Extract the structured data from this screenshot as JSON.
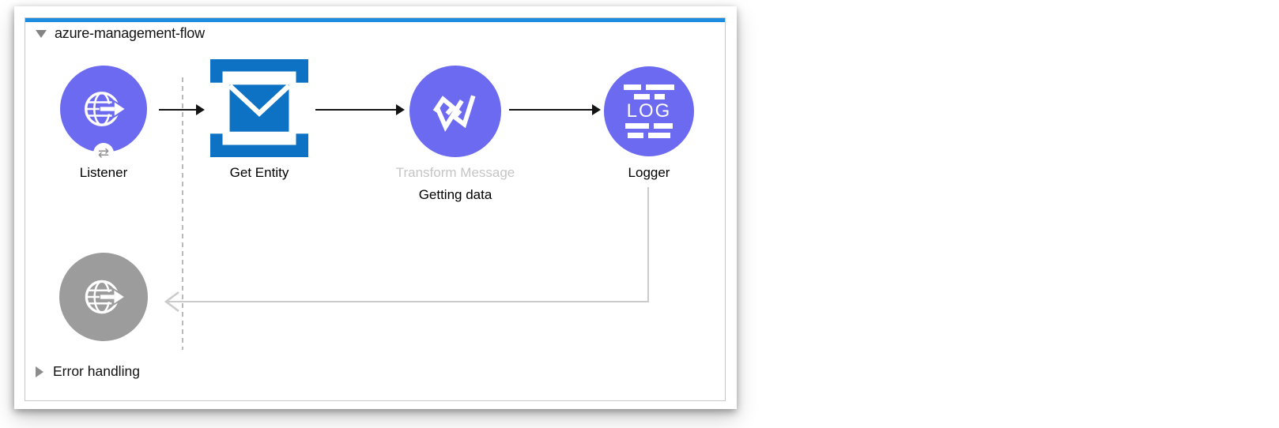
{
  "canvas": {
    "background_color": "#ffffff"
  },
  "flow": {
    "title": "azure-management-flow",
    "accent_bar_color": "#1d8ce0",
    "border_color": "#c9c9c9",
    "collapse_icon": "triangle-down-icon",
    "nodes": [
      {
        "id": "listener",
        "label": "Listener",
        "icon": "globe-arrow-icon",
        "badge_icon": "exchange-arrows-icon",
        "badge_glyph": "⇄",
        "color": "#6b6af0"
      },
      {
        "id": "get-entity",
        "label": "Get Entity",
        "icon": "envelope-brackets-icon",
        "color": "#0e72c4"
      },
      {
        "id": "transform-message",
        "label": "Transform Message",
        "sublabel": "Getting data",
        "icon": "dataweave-icon",
        "color": "#6b6af0",
        "label_color": "#c5c5c5"
      },
      {
        "id": "logger",
        "label": "Logger",
        "icon": "log-lines-icon",
        "icon_text": "LOG",
        "color": "#6b6af0"
      }
    ],
    "ghost_node": {
      "id": "response-endpoint",
      "icon": "globe-arrow-icon",
      "color": "#9c9c9c"
    },
    "connectors": {
      "flow_arrow_color": "#141414",
      "return_arrow_color": "#cbcbcb",
      "dashed_guide_color": "#b9b9b9"
    },
    "error_handling": {
      "label": "Error handling",
      "collapse_icon": "triangle-right-icon"
    }
  }
}
